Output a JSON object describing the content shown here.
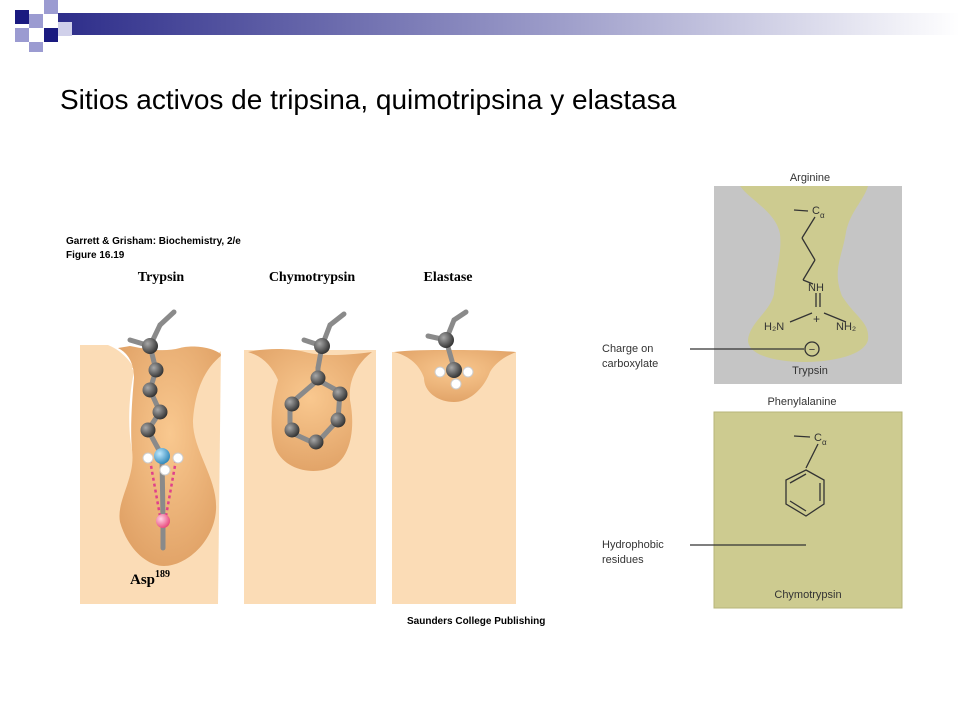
{
  "slide": {
    "title": "Sitios activos de tripsina, quimotripsina y elastasa"
  },
  "left_figure": {
    "source_line1": "Garrett & Grisham: Biochemistry, 2/e",
    "source_line2": "Figure 16.19",
    "label_trypsin": "Trypsin",
    "label_chymotrypsin": "Chymotrypsin",
    "label_elastase": "Elastase",
    "label_asp": "Asp",
    "label_asp_sup": "189",
    "publisher": "Saunders College Publishing"
  },
  "right_figure": {
    "label_arginine": "Arginine",
    "label_calpha_1": "C",
    "label_calpha_1_sub": "α",
    "label_nh": "NH",
    "label_h2n": "H₂N",
    "label_nh2": "NH₂",
    "label_plus": "+",
    "label_charge_1": "Charge on",
    "label_charge_2": "carboxylate",
    "label_minus": "−",
    "label_trypsin": "Trypsin",
    "label_phenylalanine": "Phenylalanine",
    "label_calpha_2": "C",
    "label_calpha_2_sub": "α",
    "label_hydro_1": "Hydrophobic",
    "label_hydro_2": "residues",
    "label_chymotrypsin": "Chymotrypsin"
  },
  "colors": {
    "deco_navy": "#1a1a80",
    "deco_lavender": "#9b9bd1",
    "pocket_bg": "#fbdcb6",
    "pocket_shade": "#e3a266",
    "khaki": "#cdcb90",
    "gray_panel": "#c5c5c5"
  }
}
